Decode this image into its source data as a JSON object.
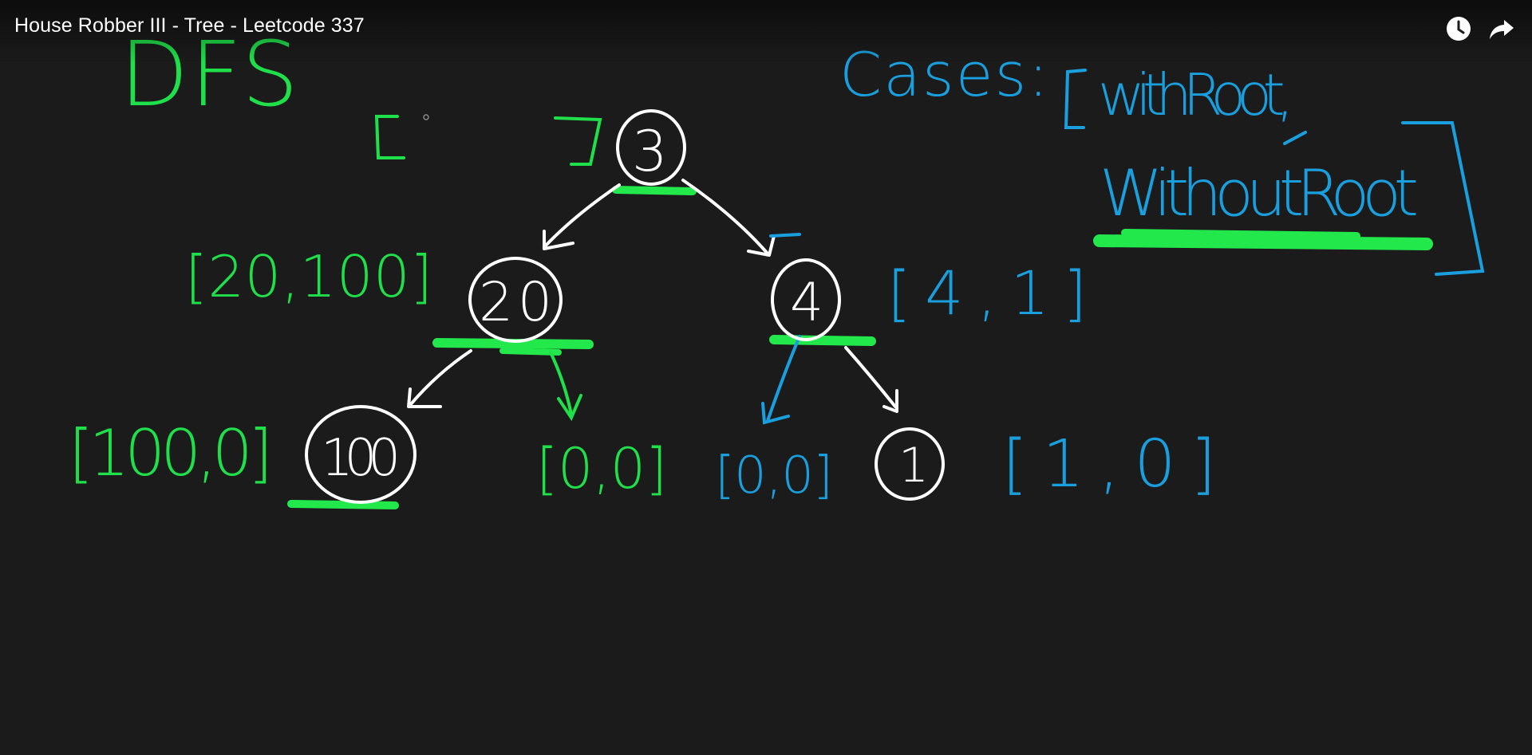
{
  "video": {
    "title": "House Robber III - Tree - Leetcode 337"
  },
  "controls": {
    "watch_later_icon": "clock-icon",
    "share_icon": "share-arrow-icon"
  },
  "board": {
    "heading": "DFS",
    "cases_label": "Cases:",
    "case_with_root": "withRoot,",
    "case_without_root": "WithoutRoot",
    "root_pair": "[ ]",
    "nodes": {
      "root": "3",
      "left": "20",
      "right": "4",
      "left_left": "100",
      "right_right": "1"
    },
    "pairs": {
      "node_20": "[20,100]",
      "node_4": "[4,1]",
      "node_100": "[100,0]",
      "null_of_20": "[0,0]",
      "null_of_4": "[0,0]",
      "node_1": "[1,0]"
    }
  },
  "colors": {
    "green": "#1fe04a",
    "blue": "#1a9fde",
    "white": "#ffffff",
    "highlight": "#22e84c",
    "background": "#1b1b1b"
  }
}
